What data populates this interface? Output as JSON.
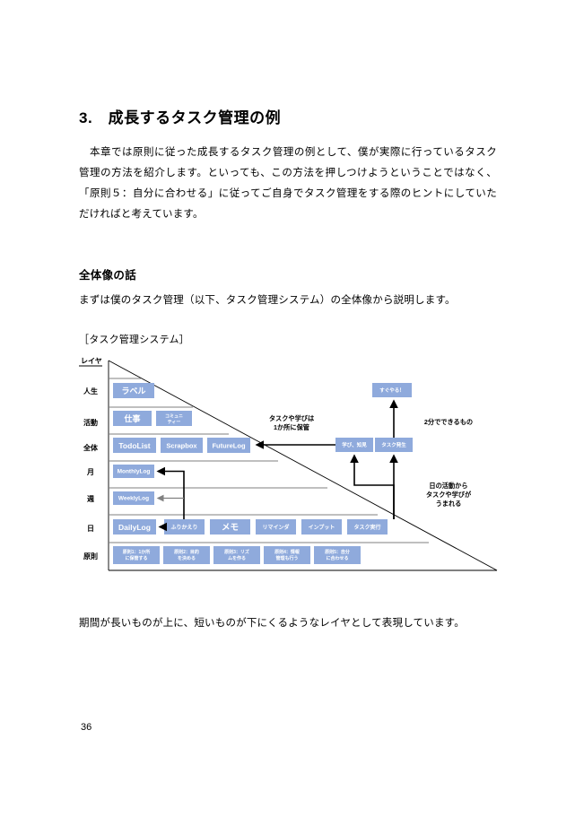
{
  "document": {
    "chapter_heading": "3.　成長するタスク管理の例",
    "intro_paragraph": "　本章では原則に従った成長するタスク管理の例として、僕が実際に行っているタスク管理の方法を紹介します。といっても、この方法を押しつけようということではなく、「原則５：自分に合わせる」に従ってご自身でタスク管理をする際のヒントにしていただければと考えています。",
    "overview_heading": "全体像の話",
    "overview_paragraph": "まずは僕のタスク管理（以下、タスク管理システム）の全体像から説明します。",
    "figure_caption": "［タスク管理システム］",
    "closing_paragraph": "期間が長いものが上に、短いものが下にくるようなレイヤとして表現しています。",
    "page_number": "36"
  },
  "figure": {
    "accent_color": "#8FAADC",
    "line_color": "#000000",
    "row_line_color": "#7F7F7F",
    "axis_title": "レイヤ",
    "layers": [
      {
        "label": "人生"
      },
      {
        "label": "活動"
      },
      {
        "label": "全体"
      },
      {
        "label": "月"
      },
      {
        "label": "週"
      },
      {
        "label": "日"
      },
      {
        "label": "原則"
      }
    ],
    "nodes": {
      "life": [
        {
          "label": "ラベル"
        }
      ],
      "activity": [
        {
          "label": "仕事"
        },
        {
          "label": "コミュニティー"
        }
      ],
      "whole": [
        {
          "label": "TodoList"
        },
        {
          "label": "Scrapbox"
        },
        {
          "label": "FutureLog"
        }
      ],
      "month": [
        {
          "label": "MonthlyLog"
        }
      ],
      "week": [
        {
          "label": "WeeklyLog"
        }
      ],
      "day": [
        {
          "label": "DailyLog"
        },
        {
          "label": "ふりかえり"
        },
        {
          "label": "メモ"
        },
        {
          "label": "リマインダ"
        },
        {
          "label": "インプット"
        },
        {
          "label": "タスク実行"
        }
      ],
      "principles": [
        {
          "label_line1": "原則1：1か所",
          "label_line2": "に保管する"
        },
        {
          "label_line1": "原則2：目的",
          "label_line2": "を決める"
        },
        {
          "label_line1": "原則3：リズ",
          "label_line2": "ムを作る"
        },
        {
          "label_line1": "原則4：情報",
          "label_line2": "管理も行う"
        },
        {
          "label_line1": "原則5：自分",
          "label_line2": "に合わせる"
        }
      ],
      "right_side": [
        {
          "label": "すぐやる！"
        },
        {
          "label": "学び、知見"
        },
        {
          "label": "タスク発生"
        }
      ]
    },
    "annotations": [
      {
        "line1": "タスクや学びは",
        "line2": "1か所に保管"
      },
      {
        "line1": "2分でできるもの",
        "line2": ""
      },
      {
        "line1": "日の活動から",
        "line2": "タスクや学びが",
        "line3": "うまれる"
      }
    ]
  }
}
